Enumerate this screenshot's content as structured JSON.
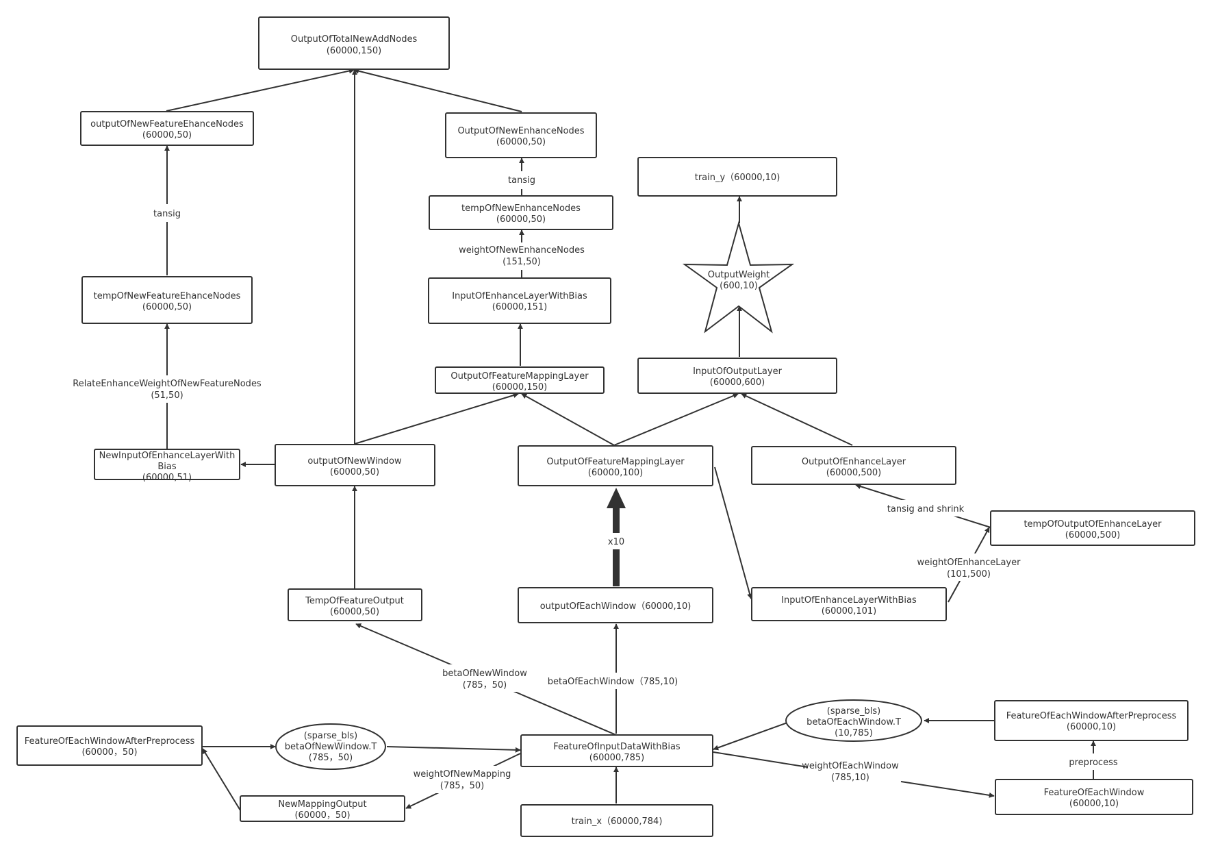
{
  "colors": {
    "stroke": "#323232",
    "text": "#323232",
    "background": "#ffffff"
  },
  "nodes": {
    "total_new_add": {
      "line1": "OutputOfTotalNewAddNodes",
      "line2": "(60000,150)"
    },
    "out_new_feat_enh": {
      "line1": "outputOfNewFeatureEhanceNodes",
      "line2": "(60000,50)"
    },
    "out_new_enh": {
      "line1": "OutputOfNewEnhanceNodes",
      "line2": "(60000,50)"
    },
    "train_y": {
      "line1": "train_y（60000,10)"
    },
    "temp_new_enh": {
      "line1": "tempOfNewEnhanceNodes",
      "line2": "(60000,50)"
    },
    "temp_new_feat_enh": {
      "line1": "tempOfNewFeatureEhanceNodes",
      "line2": "(60000,50)"
    },
    "input_enh_bias_151": {
      "line1": "InputOfEnhanceLayerWithBias",
      "line2": "(60000,151)"
    },
    "output_weight": {
      "line1": "OutputWeight",
      "line2": "(600,10)"
    },
    "out_feat_map_150": {
      "line1": "OutputOfFeatureMappingLayer",
      "line2": "(60000,150)"
    },
    "input_output_layer": {
      "line1": "InputOfOutputLayer",
      "line2": "(60000,600)"
    },
    "new_input_enh_bias": {
      "line1": "NewInputOfEnhanceLayerWith",
      "line2": "Bias",
      "line3": "(60000,51)"
    },
    "out_new_window": {
      "line1": "outputOfNewWindow",
      "line2": "(60000,50)"
    },
    "out_feat_map_100": {
      "line1": "OutputOfFeatureMappingLayer",
      "line2": "(60000,100)"
    },
    "out_enh_layer": {
      "line1": "OutputOfEnhanceLayer",
      "line2": "(60000,500)"
    },
    "temp_out_enh_layer": {
      "line1": "tempOfOutputOfEnhanceLayer",
      "line2": "(60000,500)"
    },
    "temp_feat_out": {
      "line1": "TempOfFeatureOutput",
      "line2": "(60000,50)"
    },
    "out_each_window": {
      "line1": "outputOfEachWindow（60000,10)"
    },
    "input_enh_bias_101": {
      "line1": "InputOfEnhanceLayerWithBias",
      "line2": "(60000,101)"
    },
    "sparse_right": {
      "line1": "(sparse_bls)",
      "line2": "betaOfEachWindow.T",
      "line3": "(10,785)"
    },
    "feat_win_pre_right": {
      "line1": "FeatureOfEachWindowAfterPreprocess",
      "line2": "(60000,10)"
    },
    "feat_win_pre_left": {
      "line1": "FeatureOfEachWindowAfterPreprocess",
      "line2": "(60000，50)"
    },
    "sparse_left": {
      "line1": "(sparse_bls)",
      "line2": "betaOfNewWindow.T",
      "line3": "(785，50)"
    },
    "input_data_bias": {
      "line1": "FeatureOfInputDataWithBias",
      "line2": "(60000,785)"
    },
    "feat_each_window": {
      "line1": "FeatureOfEachWindow",
      "line2": "(60000,10)"
    },
    "new_mapping_out": {
      "line1": "NewMappingOutput",
      "line2": "(60000，50)"
    },
    "train_x": {
      "line1": "train_x（60000,784)"
    }
  },
  "edge_labels": {
    "tansig_left": "tansig",
    "tansig_mid": "tansig",
    "weight_new_enh_1": "weightOfNewEnhanceNodes",
    "weight_new_enh_2": "(151,50)",
    "relate_enh_1": "RelateEnhanceWeightOfNewFeatureNodes",
    "relate_enh_2": "(51,50)",
    "x10": "x10",
    "tansig_shrink": "tansig and shrink",
    "weight_enh_layer_1": "weightOfEnhanceLayer",
    "weight_enh_layer_2": "(101,500)",
    "beta_new_window_1": "betaOfNewWindow",
    "beta_new_window_2": "(785，50)",
    "beta_each_window": "betaOfEachWindow（785,10)",
    "preprocess": "preprocess",
    "weight_new_mapping_1": "weightOfNewMapping",
    "weight_new_mapping_2": "(785，50)",
    "weight_each_window_1": "weightOfEachWindow",
    "weight_each_window_2": "(785,10)"
  }
}
